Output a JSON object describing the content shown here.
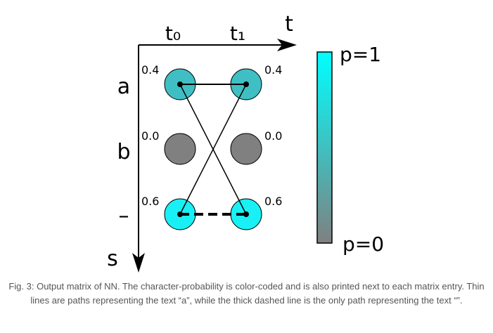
{
  "diagram": {
    "time_axis_label": "t",
    "state_axis_label": "s",
    "time_steps": [
      "t₀",
      "t₁"
    ],
    "characters": [
      "a",
      "b",
      "–"
    ],
    "probabilities": [
      [
        "0.4",
        "0.4"
      ],
      [
        "0.0",
        "0.0"
      ],
      [
        "0.6",
        "0.6"
      ]
    ],
    "colorbar": {
      "top_label": "p=1",
      "bottom_label": "p=0",
      "top_color": "#00ffff",
      "bottom_color": "#808080"
    },
    "node_colors": {
      "0.4": "#3fbfc4",
      "0.0": "#808080",
      "0.6": "#19f0f5"
    },
    "paths": [
      {
        "label": "a",
        "style": "thin",
        "from": [
          "a",
          "t₀"
        ],
        "to": [
          "a",
          "t₁"
        ]
      },
      {
        "label": "a",
        "style": "thin",
        "from": [
          "a",
          "t₀"
        ],
        "to": [
          "–",
          "t₁"
        ]
      },
      {
        "label": "a",
        "style": "thin",
        "from": [
          "–",
          "t₀"
        ],
        "to": [
          "a",
          "t₁"
        ]
      },
      {
        "label": "",
        "style": "thick-dashed",
        "from": [
          "–",
          "t₀"
        ],
        "to": [
          "–",
          "t₁"
        ]
      }
    ]
  },
  "caption": "Fig. 3: Output matrix of NN. The character-probability is color-coded and is also printed next to each matrix entry. Thin lines are paths representing the text “a”, while the thick dashed line is the only path representing the text “”."
}
